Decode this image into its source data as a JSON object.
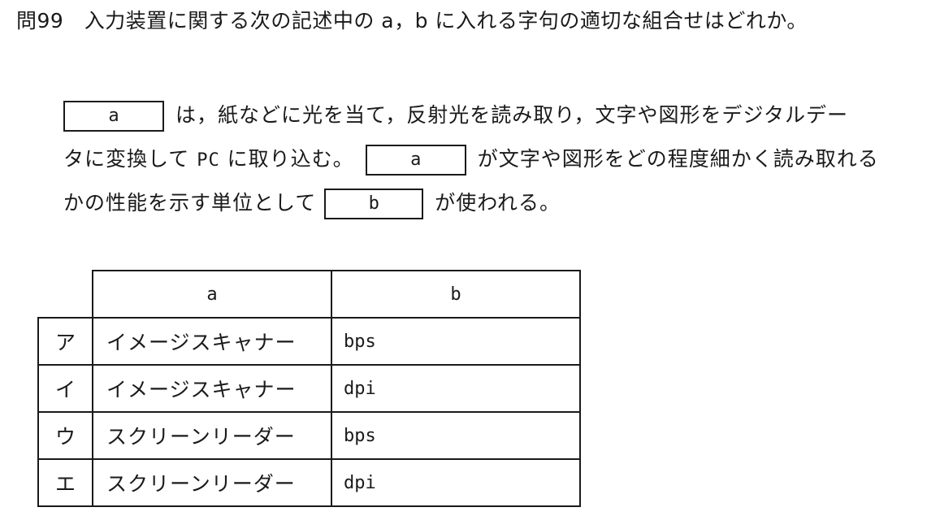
{
  "question": {
    "title": "問99　入力装置に関する次の記述中の a，b に入れる字句の適切な組合せはどれか。"
  },
  "passage": {
    "blank_a": "a",
    "blank_b": "b",
    "line1_text": "は，紙などに光を当て，反射光を読み取り，文字や図形をデジタルデー",
    "line2_pre": "タに変換して",
    "line2_pc": "PC",
    "line2_mid": "に取り込む。",
    "line2_post": "が文字や図形をどの程度細かく読み取れる",
    "line3_pre": "かの性能を示す単位として",
    "line3_post": "が使われる。"
  },
  "table": {
    "headers": [
      "a",
      "b"
    ],
    "rows": [
      {
        "label": "ア",
        "a": "イメージスキャナー",
        "b": "bps"
      },
      {
        "label": "イ",
        "a": "イメージスキャナー",
        "b": "dpi"
      },
      {
        "label": "ウ",
        "a": "スクリーンリーダー",
        "b": "bps"
      },
      {
        "label": "エ",
        "a": "スクリーンリーダー",
        "b": "dpi"
      }
    ]
  }
}
